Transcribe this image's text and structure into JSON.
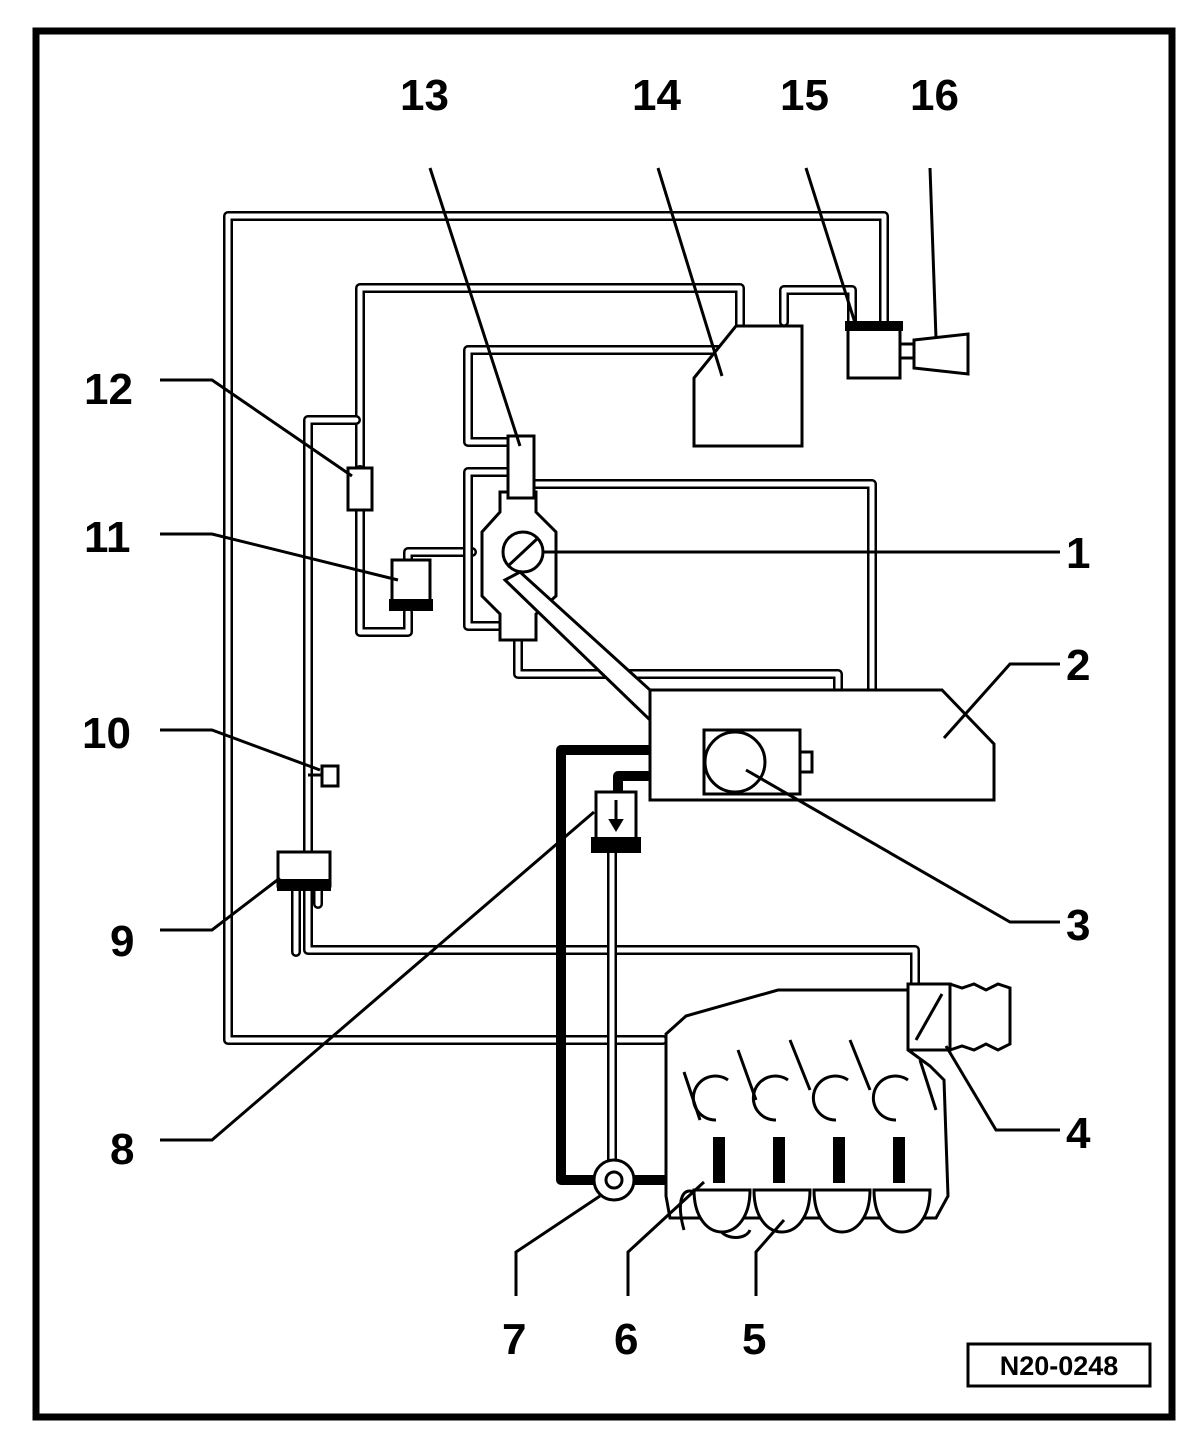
{
  "figure": {
    "reference_code": "N20-0248",
    "callouts": [
      {
        "id": "1",
        "label": "1"
      },
      {
        "id": "2",
        "label": "2"
      },
      {
        "id": "3",
        "label": "3"
      },
      {
        "id": "4",
        "label": "4"
      },
      {
        "id": "5",
        "label": "5"
      },
      {
        "id": "6",
        "label": "6"
      },
      {
        "id": "7",
        "label": "7"
      },
      {
        "id": "8",
        "label": "8"
      },
      {
        "id": "9",
        "label": "9"
      },
      {
        "id": "10",
        "label": "10"
      },
      {
        "id": "11",
        "label": "11"
      },
      {
        "id": "12",
        "label": "12"
      },
      {
        "id": "13",
        "label": "13"
      },
      {
        "id": "14",
        "label": "14"
      },
      {
        "id": "15",
        "label": "15"
      },
      {
        "id": "16",
        "label": "16"
      }
    ]
  }
}
